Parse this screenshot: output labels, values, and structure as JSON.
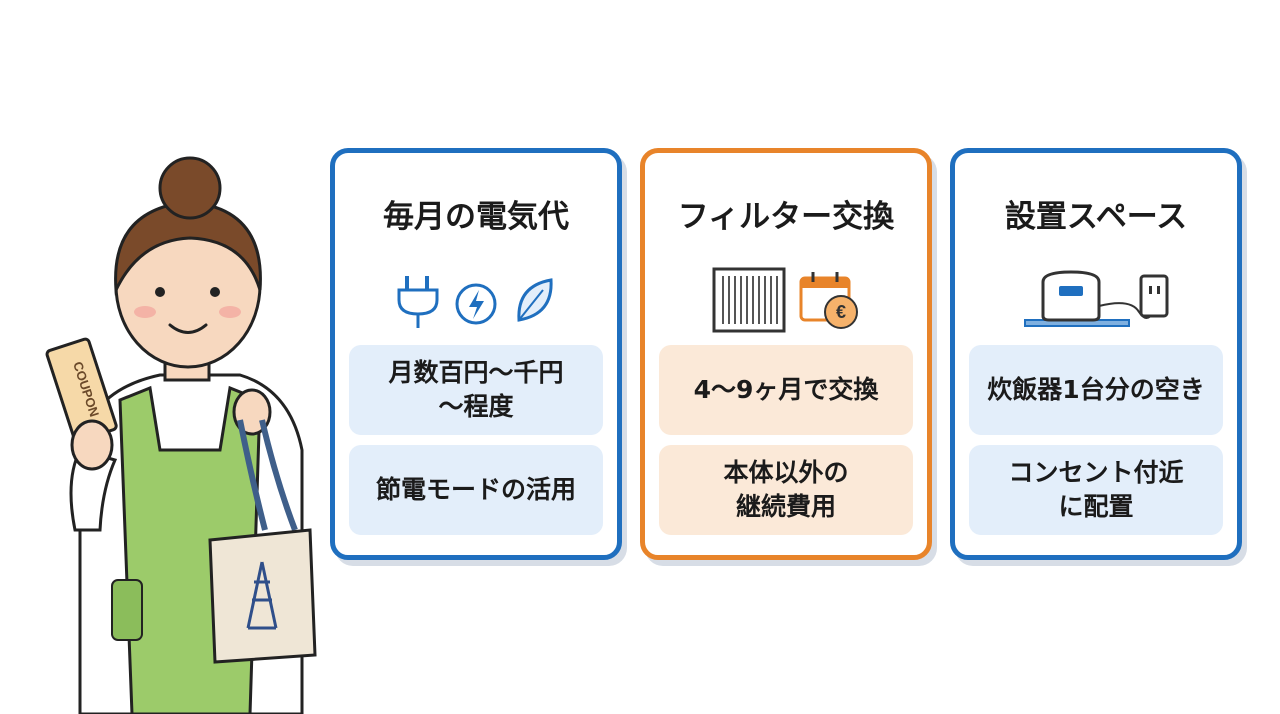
{
  "coupon_text": "COUPON",
  "cards": [
    {
      "title": "毎月の電気代",
      "icons": [
        "plug-icon",
        "lightning-icon",
        "leaf-icon"
      ],
      "items": [
        "月数百円〜千円\n〜程度",
        "節電モードの活用"
      ]
    },
    {
      "title": "フィルター交換",
      "icons": [
        "filter-icon",
        "calendar-euro-icon"
      ],
      "items": [
        "4〜9ヶ月で交換",
        "本体以外の\n継続費用"
      ]
    },
    {
      "title": "設置スペース",
      "icons": [
        "rice-cooker-icon",
        "outlet-icon"
      ],
      "items": [
        "炊飯器1台分の空き",
        "コンセント付近\nに配置"
      ]
    }
  ],
  "colors": {
    "card_blue_border": "#1f6fbf",
    "card_orange_border": "#e8842a",
    "pill_blue": "#e3eefa",
    "pill_peach": "#fbe9d8",
    "apron_green": "#9ccb6a",
    "hair_brown": "#7a4a2a"
  }
}
